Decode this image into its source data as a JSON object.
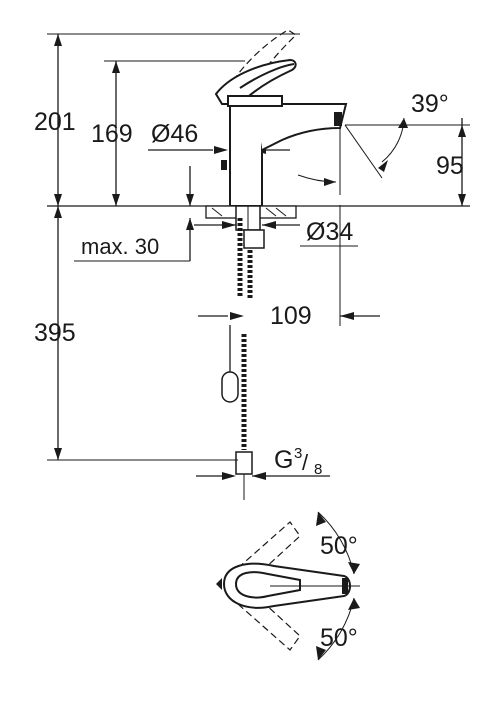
{
  "drawing": {
    "side_view": {
      "total_height": "201",
      "spout_height": "169",
      "body_diameter": "Ø46",
      "lever_angle": "39°",
      "spout_outlet_height": "95",
      "hole_diameter": "Ø34",
      "max_deck_thickness": "max. 30",
      "hose_length": "395",
      "spout_reach": "109",
      "connection_prefix": "G",
      "connection_num": "3",
      "connection_den": "8"
    },
    "top_view": {
      "rotation_upper": "50°",
      "rotation_lower": "50°"
    }
  }
}
